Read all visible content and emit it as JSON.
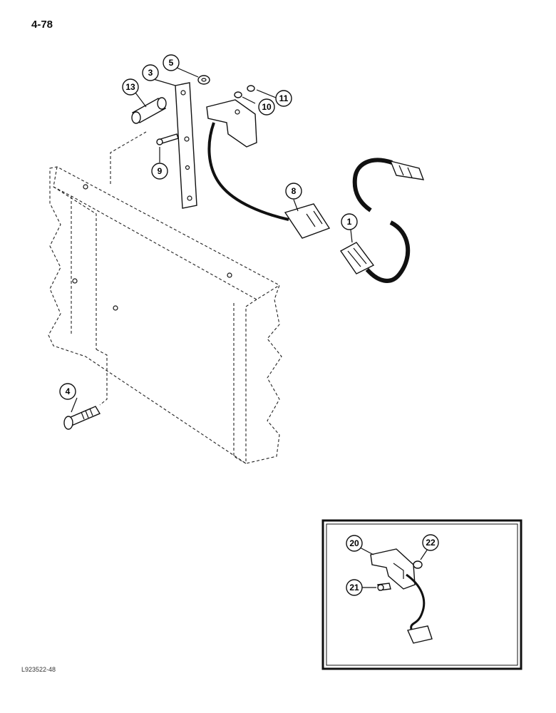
{
  "page": {
    "number": "4-78",
    "figure_code": "L923522-48"
  },
  "callouts": {
    "c1": "1",
    "c3": "3",
    "c4": "4",
    "c5": "5",
    "c8": "8",
    "c9": "9",
    "c10": "10",
    "c11": "11",
    "c13": "13",
    "c20": "20",
    "c21": "21",
    "c22": "22"
  }
}
